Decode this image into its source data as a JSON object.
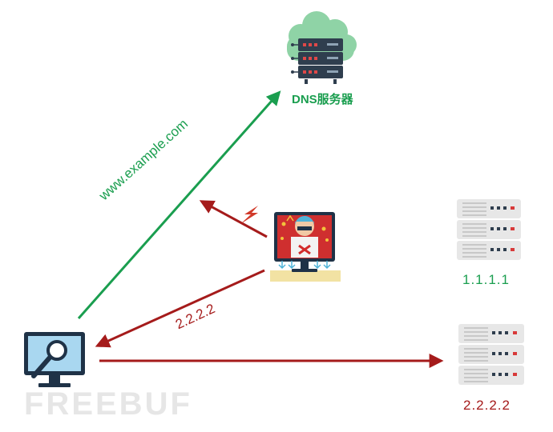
{
  "labels": {
    "dns_server": "DNS服务器",
    "domain": "www.example.com",
    "spoofed_reply": "2.2.2.2",
    "server1_ip": "1.1.1.1",
    "server2_ip": "2.2.2.2",
    "watermark": "FREEBUF"
  },
  "colors": {
    "green": "#1a9e4f",
    "red": "#a51b1b",
    "cloud": "#8fd3a6",
    "server_body": "#2f3e4e",
    "monitor_frame": "#1f3247",
    "monitor_screen": "#a9d7f0",
    "attacker_screen": "#cf2f2f",
    "desk": "#f2e2a3",
    "light_server": "#e7e7e7",
    "watermark": "#e6e6e6"
  },
  "icons": {
    "dns_server": "cloud-server-icon",
    "client": "monitor-magnifier-icon",
    "attacker": "hacker-monitor-icon",
    "server1": "server-rack-icon",
    "server2": "server-rack-icon",
    "attack_signal": "lightning-icon"
  }
}
